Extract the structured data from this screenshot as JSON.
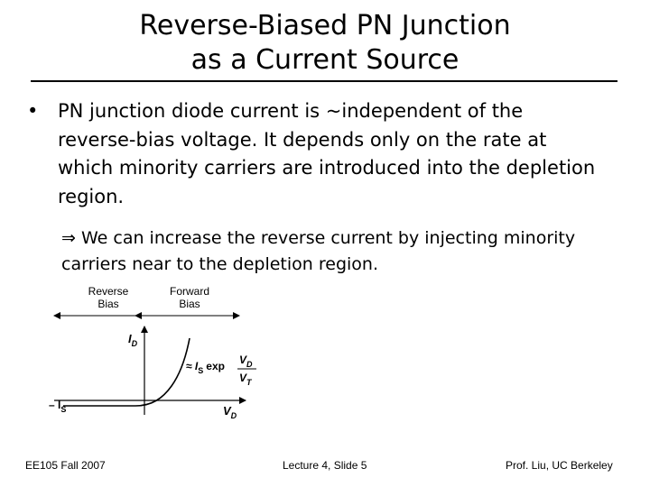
{
  "title": {
    "line1": "Reverse-Biased PN Junction",
    "line2": "as a Current Source"
  },
  "bullet": {
    "marker": "•",
    "text": "PN junction diode current is ~independent of the reverse-bias voltage.  It depends only on the rate at which minority carriers are introduced into the depletion region."
  },
  "sub_bullet": {
    "marker": "⇒",
    "text": "We can increase the reverse current by injecting minority carriers near to the depletion region."
  },
  "figure": {
    "reverse_label_1": "Reverse",
    "reverse_label_2": "Bias",
    "forward_label_1": "Forward",
    "forward_label_2": "Bias",
    "id_label_main": "I",
    "id_label_sub": "D",
    "vd_label_main": "V",
    "vd_label_sub": "D",
    "is_label_prefix": "– I",
    "is_label_sub": "S",
    "eq_approx": "≈ I",
    "eq_sub": "S",
    "eq_exp": "exp",
    "frac_num_main": "V",
    "frac_num_sub": "D",
    "frac_den_main": "V",
    "frac_den_sub": "T"
  },
  "footer": {
    "left": "EE105 Fall 2007",
    "center": "Lecture 4, Slide 5",
    "right": "Prof. Liu, UC Berkeley"
  }
}
